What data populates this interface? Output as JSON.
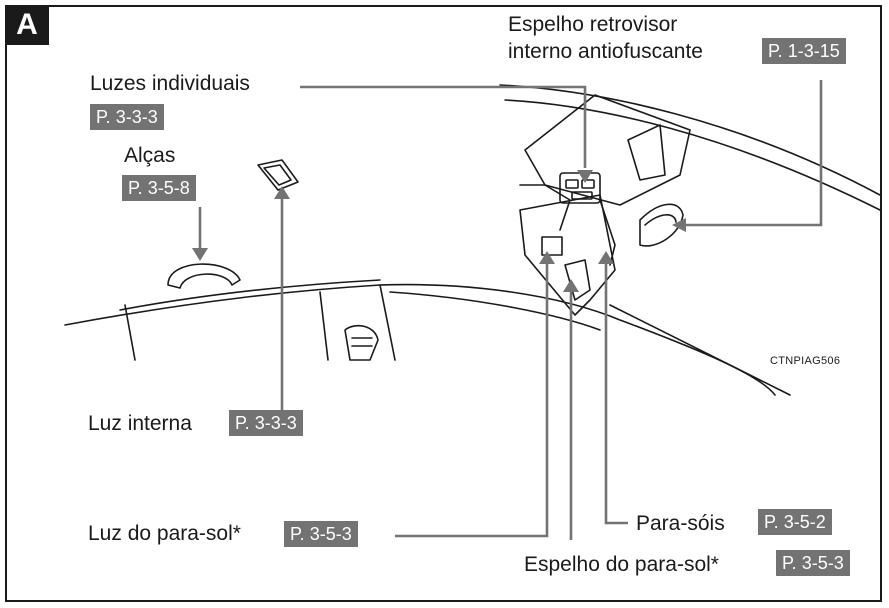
{
  "section": "A",
  "labels": {
    "mirror_line1": "Espelho retrovisor",
    "mirror_line2": "interno antiofuscante",
    "mirror_ref": "P. 1-3-15",
    "individual_lights": "Luzes individuais",
    "individual_lights_ref": "P. 3-3-3",
    "handles": "Alças",
    "handles_ref": "P. 3-5-8",
    "interior_light": "Luz interna",
    "interior_light_ref": "P. 3-3-3",
    "visor_light": "Luz do para-sol*",
    "visor_light_ref": "P. 3-5-3",
    "sun_visors": "Para-sóis",
    "sun_visors_ref": "P. 3-5-2",
    "visor_mirror": "Espelho do para-sol*",
    "visor_mirror_ref": "P. 3-5-3"
  },
  "figure_code": "CTNPIAG506",
  "colors": {
    "ink": "#1a1a1a",
    "ref_bg": "#737373",
    "ref_text": "#ffffff"
  }
}
